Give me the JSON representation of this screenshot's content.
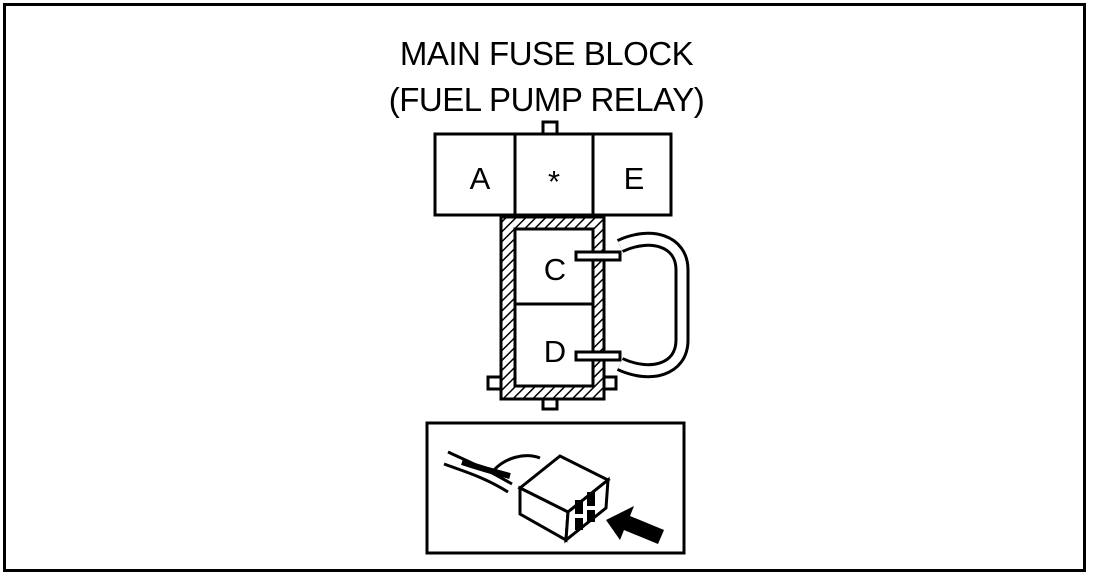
{
  "diagram": {
    "title_line1": "MAIN FUSE BLOCK",
    "title_line2": "(FUEL PUMP RELAY)",
    "terminals": {
      "a": "A",
      "center": "*",
      "e": "E",
      "c": "C",
      "d": "D"
    }
  }
}
